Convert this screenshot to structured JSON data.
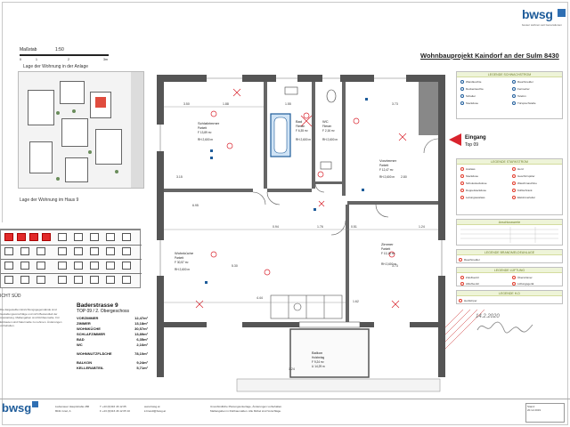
{
  "logo": {
    "word": "bwsg",
    "tagline": "besser wohnen seit Generationen"
  },
  "project_title": "Wohnbauprojekt Kaindorf an der Sulm 8430",
  "scale": {
    "label": "Maßstab",
    "value": "1:50",
    "ticks": [
      "0",
      "1",
      "2",
      "3m"
    ]
  },
  "site_heading": "Lage der Wohnung in der Anlage",
  "house_heading": "Lage der Wohnung im Haus 9",
  "elevation_label": "ICHT SÜD",
  "disclaimer": "Die dargestellten Einrichtungsgegenstände sind Gestaltungsvorschläge und nicht Bestandteil der Ausstattung. Maßangaben sind Rohbaumaße. Für Einbauten sind Naturmaße zu nehmen. Änderungen vorbehalten.",
  "apartment": {
    "address": "Baderstrasse 9",
    "unit": "TOP 09 / 2. Obergeschoss",
    "rooms": [
      {
        "name": "VORZIMMER",
        "area": "12,47m²"
      },
      {
        "name": "ZIMMER",
        "area": "13,18m²"
      },
      {
        "name": "WOHNKÜCHE",
        "area": "30,57m²"
      },
      {
        "name": "SCHLAFZIMMER",
        "area": "13,89m²"
      },
      {
        "name": "BAD",
        "area": "6,35m²"
      },
      {
        "name": "WC",
        "area": "2,16m²"
      }
    ],
    "total_label": "WOHNNUTZFLÄCHE",
    "total_area": "78,10m²",
    "extras": [
      {
        "name": "BALKON",
        "area": "9,24m²"
      },
      {
        "name": "KELLERABTEIL",
        "area": "5,71m²"
      }
    ]
  },
  "rooms_plan": {
    "schlafzimmer": {
      "name": "Schlafzimmer",
      "floor": "Parkett",
      "area": "F 13,89 m²",
      "height": "RH 2,600 m"
    },
    "bad": {
      "name": "Bad",
      "floor": "Fliesen",
      "area": "F 6,35 m²",
      "height": "RH 2,600 m"
    },
    "wc": {
      "name": "WC",
      "floor": "Fliesen",
      "area": "F 2,16 m²",
      "height": "RH 2,600 m"
    },
    "vorzimmer": {
      "name": "Vorzimmer",
      "floor": "Parkett",
      "area": "F 12,47 m²",
      "height": "RH 2,600 m"
    },
    "wohnkueche": {
      "name": "Wohnküche",
      "floor": "Parkett",
      "area": "F 30,57 m²",
      "height": "RH 2,600 m"
    },
    "zimmer": {
      "name": "Zimmer",
      "floor": "Parkett",
      "area": "F 13,18 m²",
      "height": "RH 2,600 m"
    },
    "balkon": {
      "name": "Balkon",
      "floor": "Holzbelag",
      "area": "F 9,24 m²",
      "extra": "U 14,29 m"
    }
  },
  "plan_dims": [
    "3.50",
    "1.88",
    "1.55",
    "3.73",
    "0.94",
    "1.76",
    "0.51",
    "1.24",
    "4.44",
    "5.30",
    "3.15",
    "2.80",
    "3.73",
    "1.62",
    "1.24",
    "6.95"
  ],
  "entrance": {
    "label": "Eingang",
    "unit": "Top 09"
  },
  "legend_lighting": {
    "title": "LEGENDE SCHWACHSTROM",
    "items": [
      "Wandleuchte",
      "Deckenleuchte",
      "Schalter",
      "Steckdose",
      "Rauchmelder",
      "Fernseher",
      "Telefon",
      "Türsprechstelle"
    ]
  },
  "legend_power": {
    "title": "LEGENDE STARKSTROM",
    "items": [
      "Auslass",
      "Steckdose",
      "Schukosteckdose",
      "Doppelsteckdose",
      "Leitungsauslass",
      "Herd",
      "Geschirrspüler",
      "Waschmaschine",
      "Kühlschrank",
      "Elektroverteiler"
    ]
  },
  "legend_table_title": "Anschlusswerte",
  "legend_ventilation": {
    "title": "LEGENDE BRANDMELDEANLAGE",
    "items": [
      "Rauchmelder"
    ]
  },
  "legend_heating": {
    "title": "LEGENDE LÜFTUNG",
    "items": [
      "Zuluftventil",
      "Abluftventil",
      "Überströmer",
      "Lüftungsgerät"
    ]
  },
  "legend_extra": {
    "title": "LEGENDE H-D",
    "items": [
      "Heizkörper"
    ]
  },
  "signature_date": "14.2.2020",
  "footer": {
    "logo": "bwsg",
    "address": "Liebenauer Hauptstraße 286\n8041 Graz, A",
    "contact": "T +43 (0)316 46 12 05\nF +43 (0)316 46 12 05 10",
    "web": "www.bwsg.at\nk.brandl@bwsg.at",
    "note": "Unverbindliche Planungsunterlage, Änderungen vorbehalten.\nMaßangaben in Rohbaumaßen. Alle Möbel sind Vorschläge.",
    "stamp": "Stand:\n20.12.2019"
  },
  "colors": {
    "brand": "#1e5c9a",
    "accent": "#d9232d",
    "wall": "#333333"
  }
}
